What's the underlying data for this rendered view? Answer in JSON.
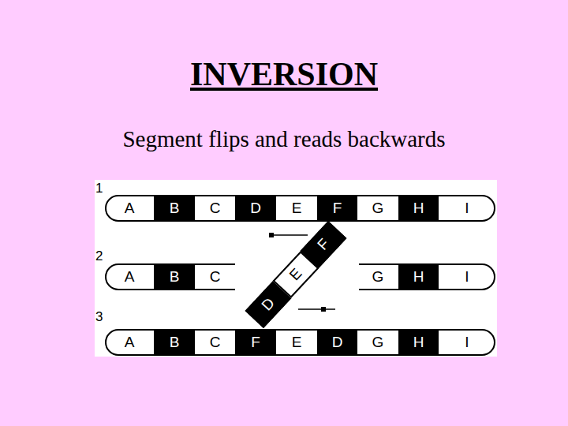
{
  "diagram": {
    "title": "INVERSION",
    "caption": "Segment flips and reads backwards",
    "nodes": [
      {
        "text": [
          "A"
        ]
      },
      {
        "text": [
          "B"
        ]
      },
      {
        "text": [
          "C"
        ]
      },
      {
        "text": [
          "D"
        ]
      },
      {
        "text": [
          "E"
        ]
      },
      {
        "text": [
          "F"
        ]
      },
      {
        "text": [
          "G"
        ]
      },
      {
        "text": [
          "H"
        ]
      },
      {
        "text": [
          "I"
        ]
      },
      {
        "text": [
          "A"
        ]
      },
      {
        "text": [
          "B"
        ]
      },
      {
        "text": [
          "C"
        ]
      },
      {
        "text": [
          "D"
        ]
      },
      {
        "text": [
          "E"
        ]
      },
      {
        "text": [
          "F"
        ]
      },
      {
        "text": [
          "G"
        ]
      },
      {
        "text": [
          "H"
        ]
      },
      {
        "text": [
          "I"
        ]
      },
      {
        "text": [
          "A"
        ]
      },
      {
        "text": [
          "B"
        ]
      },
      {
        "text": [
          "C"
        ]
      },
      {
        "text": [
          "F"
        ]
      },
      {
        "text": [
          "E"
        ]
      },
      {
        "text": [
          "D"
        ]
      },
      {
        "text": [
          "G"
        ]
      },
      {
        "text": [
          "H"
        ]
      },
      {
        "text": [
          "I"
        ]
      }
    ],
    "labels": [
      "1",
      "2",
      "3"
    ]
  }
}
